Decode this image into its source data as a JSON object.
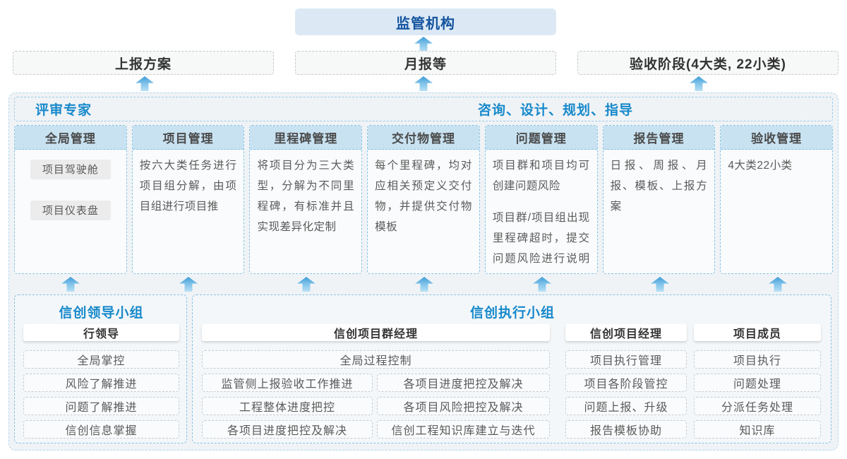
{
  "colors": {
    "accent_blue": "#1789cb",
    "navy_title": "#14539f",
    "arrow_blue_top": "#3f9dd9",
    "arrow_blue_bottom": "#b7e0f5",
    "column_header_bg": "#c8e2f1",
    "container_bg": "#f0f3f6"
  },
  "regulator": "监管机构",
  "report_row": [
    "上报方案",
    "月报等",
    "验收阶段(4大类, 22小类)"
  ],
  "experts_label": "评审专家",
  "consult_label": "咨询、设计、规划、指导",
  "columns": [
    {
      "title": "全局管理",
      "pills": [
        "项目驾驶舱",
        "项目仪表盘"
      ]
    },
    {
      "title": "项目管理",
      "body": "按六大类任务进行项目组分解，由项目组进行项目推"
    },
    {
      "title": "里程碑管理",
      "body": "将项目分为三大类型，分解为不同里程碑，有标准并且实现差异化定制"
    },
    {
      "title": "交付物管理",
      "body": "每个里程碑，均对应相关预定义交付物，并提供交付物模板"
    },
    {
      "title": "问题管理",
      "body": "项目群和项目均可创建问题风险",
      "body2": "项目群/项目组出现里程碑超时，提交问题风险进行说明和解决"
    },
    {
      "title": "报告管理",
      "body": "日报、周报、月报、模板、上报方案"
    },
    {
      "title": "验收管理",
      "body": "4大类22小类"
    }
  ],
  "leader_group": {
    "title": "信创领导小组",
    "role": "行领导",
    "items": [
      "全局掌控",
      "风险了解推进",
      "问题了解推进",
      "信创信息掌握"
    ]
  },
  "exec_group": {
    "title": "信创执行小组",
    "pm_group": {
      "role": "信创项目群经理",
      "full_item": "全局过程控制",
      "left_items": [
        "监管侧上报验收工作推进",
        "工程整体进度把控",
        "各项目进度把控及解决"
      ],
      "right_items": [
        "各项目进度把控及解决",
        "各项目风险把控及解决",
        "信创工程知识库建立与迭代"
      ]
    },
    "pm": {
      "role": "信创项目经理",
      "items": [
        "项目执行管理",
        "项目各阶段管控",
        "问题上报、升级",
        "报告模板协助"
      ]
    },
    "member": {
      "role": "项目成员",
      "items": [
        "项目执行",
        "问题处理",
        "分派任务处理",
        "知识库"
      ]
    }
  }
}
